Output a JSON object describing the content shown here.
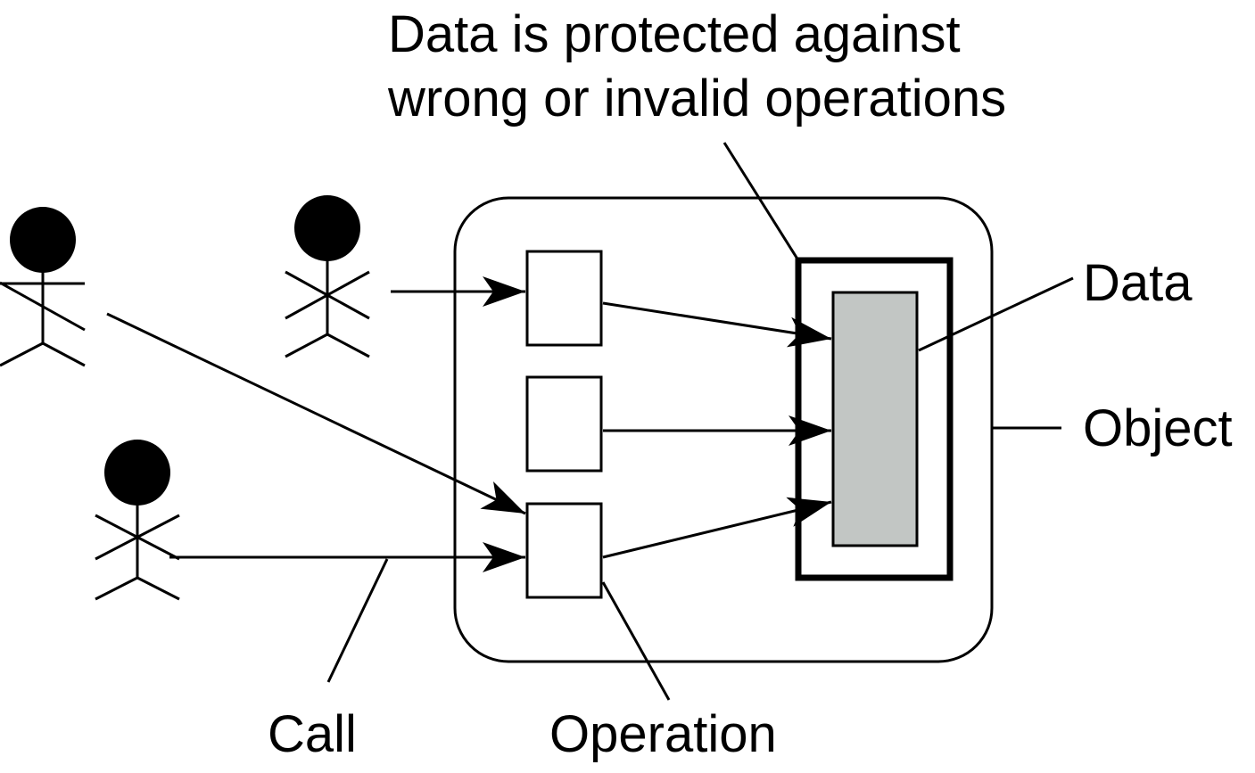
{
  "labels": {
    "protection_line1": "Data is protected against",
    "protection_line2": "wrong or invalid operations",
    "data": "Data",
    "object": "Object",
    "call": "Call",
    "operation": "Operation"
  },
  "colors": {
    "stroke": "#000000",
    "data_fill": "#c2c6c4",
    "background": "#ffffff"
  },
  "icons": [
    "user-icon",
    "user-icon",
    "user-icon"
  ]
}
